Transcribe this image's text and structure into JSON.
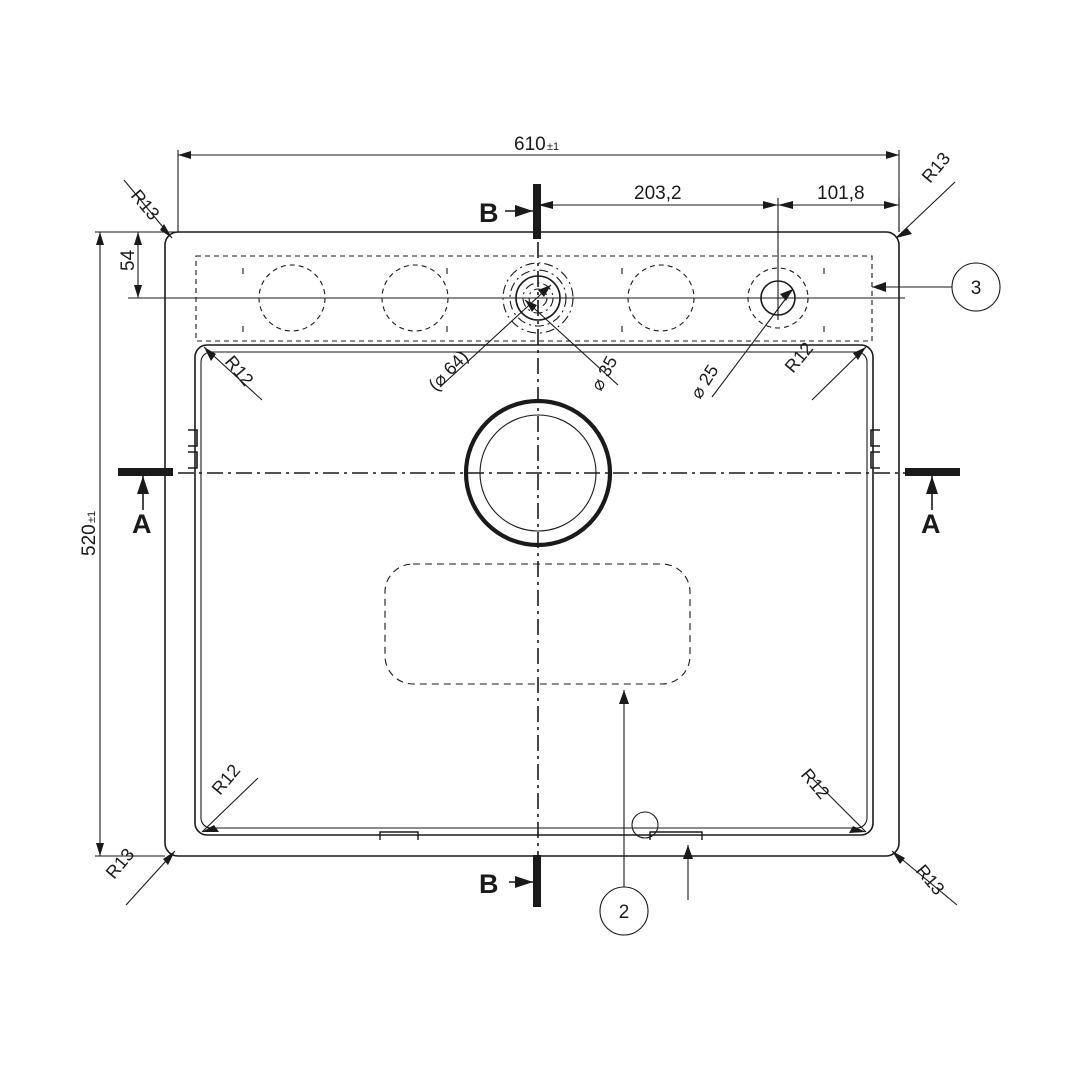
{
  "drawing": {
    "type": "engineering-drawing",
    "subject": "kitchen sink top view",
    "units": "mm"
  },
  "dimensions": {
    "overall_width": {
      "value": "610",
      "tolerance": "±1"
    },
    "overall_height": {
      "value": "520",
      "tolerance": "±1"
    },
    "deck_depth": {
      "value": "54"
    },
    "center_to_right_hole": {
      "value": "203,2"
    },
    "right_hole_to_edge": {
      "value": "101,8"
    }
  },
  "radii": {
    "outer_top_left": "R13",
    "outer_top_right": "R13",
    "outer_bottom_left": "R13",
    "outer_bottom_right": "R13",
    "bowl_top_left": "R12",
    "bowl_top_right": "R12",
    "bowl_bottom_left": "R12",
    "bowl_bottom_right": "R12"
  },
  "diameters": {
    "knockout_outer": "(⌀ 64)",
    "knockout_inner": "⌀ 35",
    "accessory_hole": "⌀ 25"
  },
  "section_marks": {
    "a_left": "A",
    "a_right": "A",
    "b_top": "B",
    "b_bottom": "B"
  },
  "balloons": [
    {
      "id": "balloon-3",
      "label": "3"
    },
    {
      "id": "balloon-2",
      "label": "2"
    }
  ],
  "colors": {
    "line": "#1a1a1a",
    "paper": "#ffffff"
  }
}
